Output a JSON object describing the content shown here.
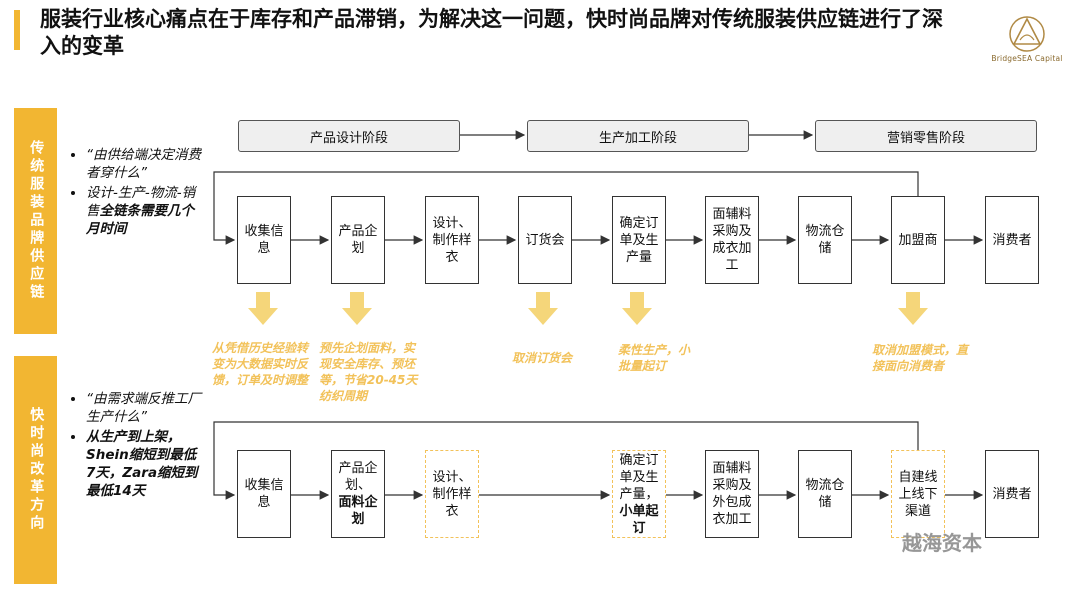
{
  "title": "服装行业核心痛点在于库存和产品滞销，为解决这一问题，快时尚品牌对传统服装供应链进行了深入的变革",
  "logo": {
    "text": "BridgeSEA Capital",
    "icon": "triangle-logo-icon"
  },
  "colors": {
    "accent": "#f2b632",
    "change_text": "#f2c25a"
  },
  "stages": [
    "产品设计阶段",
    "生产加工阶段",
    "营销零售阶段"
  ],
  "traditional": {
    "label": "传统服装品牌供应链",
    "notes": [
      {
        "text": "“由供给端决定消费者穿什么”"
      },
      {
        "text_plain": "设计-生产-物流-销售",
        "text_bold": "全链条需要几个月时间"
      }
    ],
    "steps": [
      "收集信息",
      "产品企划",
      "设计、制作样衣",
      "订货会",
      "确定订单及生产量",
      "面辅料采购及成衣加工",
      "物流仓储",
      "加盟商",
      "消费者"
    ],
    "changes": [
      "从凭借历史经验转变为大数据实时反馈，订单及时调整",
      "预先企划面料，实现安全库存、预坯等，节省20-45天纺织周期",
      "取消订货会",
      "柔性生产，小批量起订",
      "取消加盟模式，直接面向消费者"
    ]
  },
  "fast": {
    "label": "快时尚改革方向",
    "notes": [
      {
        "text": "“由需求端反推工厂生产什么”"
      },
      {
        "text_bold": "从生产到上架，Shein缩短到最低7天，Zara缩短到最低14天"
      }
    ],
    "steps": [
      {
        "plain": "收集信息"
      },
      {
        "plain": "产品企划、",
        "bold": "面料企划"
      },
      {
        "plain": "设计、制作样衣"
      },
      {
        "plain": "确定订单及生产量，",
        "bold": "小单起订"
      },
      {
        "plain": "面辅料采购及外包成衣加工"
      },
      {
        "plain": "物流仓储"
      },
      {
        "plain": "自建线上线下渠道"
      },
      {
        "plain": "消费者"
      }
    ]
  },
  "watermark": "越海资本"
}
